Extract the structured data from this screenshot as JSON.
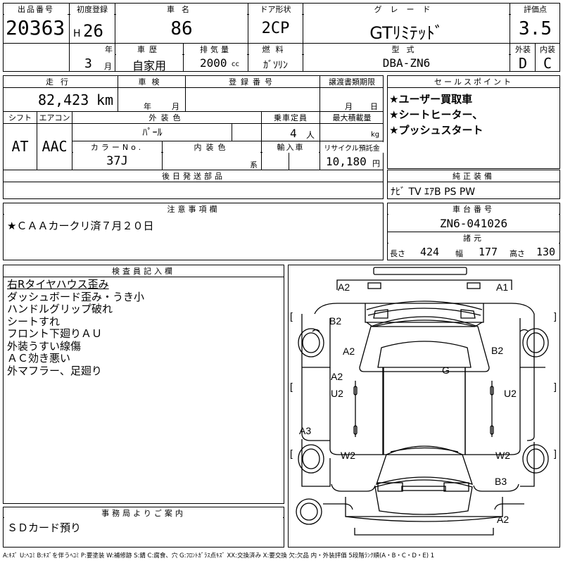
{
  "header": {
    "lot_label": "出品番号",
    "lot_number": "20363",
    "first_reg_label": "初度登録",
    "era": "H",
    "year": "26",
    "year_unit": "年",
    "month": "3",
    "month_unit": "月",
    "car_name_label": "車名",
    "car_name": "86",
    "door_label": "ドア形状",
    "door": "2CP",
    "grade_label": "グレード",
    "grade": "GTﾘﾐﾃｯﾄﾞ",
    "score_label": "評価点",
    "score": "3.5",
    "history_label": "車歴",
    "history": "自家用",
    "displacement_label": "排気量",
    "displacement": "2000",
    "displacement_unit": "cc",
    "fuel_label": "燃料",
    "fuel": "ｶﾞｿﾘﾝ",
    "model_code_label": "型式",
    "model_code": "DBA-ZN6",
    "exterior_label": "外装",
    "exterior_grade": "D",
    "interior_label": "内装",
    "interior_grade": "C"
  },
  "details": {
    "mileage_label": "走行",
    "mileage": "82,423",
    "mileage_unit": "km",
    "inspection_label": "車検",
    "inspection_year_unit": "年",
    "inspection_month_unit": "月",
    "plate_label": "登録番号",
    "transfer_label": "譲渡書類期限",
    "transfer_month_unit": "月",
    "transfer_day_unit": "日",
    "shift_label": "シフト",
    "shift": "AT",
    "ac_label": "エアコン",
    "ac": "AAC",
    "color_label": "外装色",
    "color": "ﾊﾟｰﾙ",
    "capacity_label": "乗車定員",
    "capacity": "4",
    "capacity_unit": "人",
    "load_label": "最大積載量",
    "load_unit": "kg",
    "color_no_label": "カラーNo.",
    "color_no": "37J",
    "interior_color_label": "内装色",
    "interior_color_suffix": "系",
    "import_label": "輸入車",
    "recycle_label": "リサイクル預託金",
    "recycle": "10,180",
    "recycle_unit": "円",
    "later_parts_label": "後日発送部品"
  },
  "sales_points": {
    "label": "セールスポイント",
    "items": [
      "★ユーザー買取車",
      "★シートヒーター、",
      "★プッシュスタート"
    ]
  },
  "equipment": {
    "label": "純正装備",
    "value": "ﾅﾋﾞ TV ｴｱB PS PW"
  },
  "notes": {
    "label": "注意事項欄",
    "value": "★ＣＡＡカークリ済７月２０日"
  },
  "chassis": {
    "label": "車台番号",
    "value": "ZN6-041026",
    "spec_label": "諸元",
    "length_label": "長さ",
    "length": "424",
    "width_label": "幅",
    "width": "177",
    "height_label": "高さ",
    "height": "130"
  },
  "inspector": {
    "label": "検査員記入欄",
    "lines": [
      "右Rタイヤハウス歪み",
      "ダッシュボード歪み・うき小",
      "ハンドルグリップ破れ",
      "シートすれ",
      "フロント下廻りＡＵ",
      "外装うすい線傷",
      "ＡＣ効き悪い",
      "外マフラー、足廻り"
    ]
  },
  "office": {
    "label": "事務局よりご案内",
    "value": "ＳＤカード預り"
  },
  "damage_map": {
    "marks": {
      "front_left": "A2",
      "front_right": "A1",
      "fender_left": "B2",
      "hood_left": "A2",
      "fender_right": "B2",
      "roof": "G",
      "door_left": "A2",
      "sill_left": "U2",
      "sill_right": "U2",
      "quarter_left": "A3",
      "rear_wheel_left": "W2",
      "rear_wheel_right": "W2",
      "rear_right": "B3",
      "rear_bumper": "A2"
    },
    "brackets": [
      "[",
      "]",
      "[",
      "]",
      "[",
      "]"
    ]
  },
  "legend": {
    "text": "A:ｷｽﾞ U:ﾍｺﾐ B:ｷｽﾞを伴うﾍｺﾐ P:要塗装 W:補修跡 S:錆 C:腐食、穴 G:ﾌﾛﾝﾄｶﾞﾗｽ点ｷｽﾞ XX:交換済み X:要交換 欠:欠品 内・外装評価 5段階ﾗﾝｸ順(A・B・C・D・E) 1"
  }
}
